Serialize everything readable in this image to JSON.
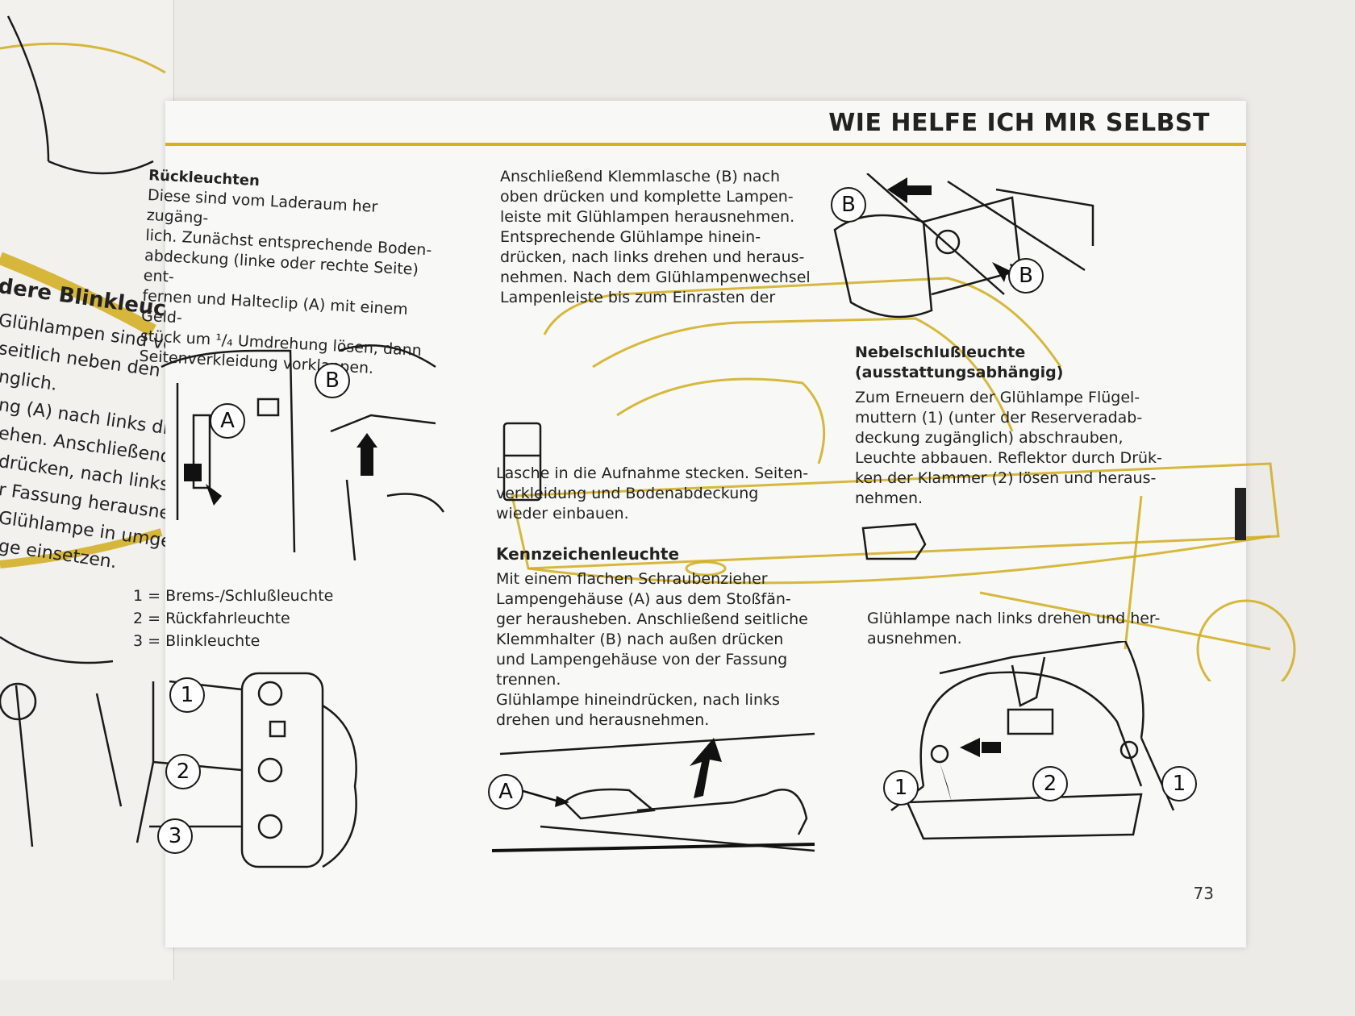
{
  "header": {
    "title": "WIE HELFE ICH MIR SELBST"
  },
  "rueckleuchten": {
    "heading": "Rückleuchten",
    "lines": [
      "Diese sind vom Laderaum her zugäng-",
      "lich. Zunächst entsprechende Boden-",
      "abdeckung (linke oder rechte Seite) ent-",
      "fernen und Halteclip (A) mit einem Geld-",
      "stück um ¹/₄ Umdrehung lösen, dann",
      "Seitenverkleidung vorklappen."
    ]
  },
  "legend": [
    "1 = Brems-/Schlußleuchte",
    "2 = Rückfahrleuchte",
    "3 = Blinkleuchte"
  ],
  "column2": {
    "top_lines": [
      "Anschließend Klemmlasche (B) nach",
      "oben drücken und komplette Lampen-",
      "leiste mit Glühlampen herausnehmen.",
      "Entsprechende Glühlampe hinein-",
      "drücken, nach links drehen und heraus-",
      "nehmen. Nach dem Glühlampenwechsel",
      "Lampenleiste bis zum Einrasten der"
    ],
    "mid_lines": [
      "Lasche in die Aufnahme stecken. Seiten-",
      "verkleidung und Bodenabdeckung",
      "wieder einbauen."
    ]
  },
  "kennzeichen": {
    "heading": "Kennzeichenleuchte",
    "lines": [
      "Mit einem flachen Schraubenzieher",
      "Lampengehäuse (A) aus dem Stoßfän-",
      "ger herausheben. Anschließend seitliche",
      "Klemmhalter (B) nach außen drücken",
      "und Lampengehäuse von der Fassung",
      "trennen.",
      "Glühlampe hineindrücken, nach links",
      "drehen und herausnehmen."
    ]
  },
  "nebel": {
    "heading": "Nebelschlußleuchte",
    "subheading": "(ausstattungsabhängig)",
    "lines": [
      "Zum Erneuern der Glühlampe Flügel-",
      "muttern (1) (unter der Reserveradab-",
      "deckung zugänglich) abschrauben,",
      "Leuchte abbauen. Reflektor durch Drük-",
      "ken der Klammer (2) lösen und heraus-",
      "nehmen."
    ],
    "bottom_lines": [
      "Glühlampe nach links drehen und her-",
      "ausnehmen."
    ]
  },
  "labels": {
    "a": "A",
    "b": "B",
    "one": "1",
    "two": "2",
    "three": "3"
  },
  "left_page": {
    "fragments": [
      "dere Blinkleuchten",
      "Glühlampen sind vom",
      "seitlich neben den Sch",
      "nglich.",
      "ng (A) nach links dre",
      "ehen. Anschließend G",
      "drücken, nach links",
      "r Fassung herausneh",
      "Glühlampe in umgek",
      "ge einsetzen."
    ]
  },
  "page_number": "73",
  "colors": {
    "accent_yellow": "#d4b31a",
    "ink": "#222222",
    "paper": "#f8f8f6"
  }
}
